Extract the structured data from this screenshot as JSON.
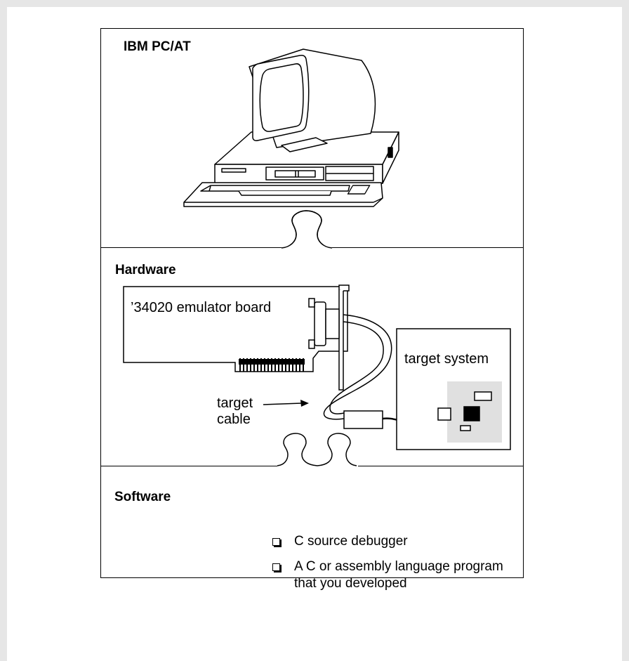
{
  "sections": {
    "pc": {
      "title": "IBM PC/AT"
    },
    "hardware": {
      "title": "Hardware",
      "board_label": "’34020 emulator board",
      "target_system_label": "target system",
      "cable_label_1": "target",
      "cable_label_2": "cable"
    },
    "software": {
      "title": "Software",
      "items": [
        {
          "line1": "C source debugger",
          "line2": ""
        },
        {
          "line1": "A C or assembly language program",
          "line2": "that you developed"
        }
      ]
    }
  }
}
